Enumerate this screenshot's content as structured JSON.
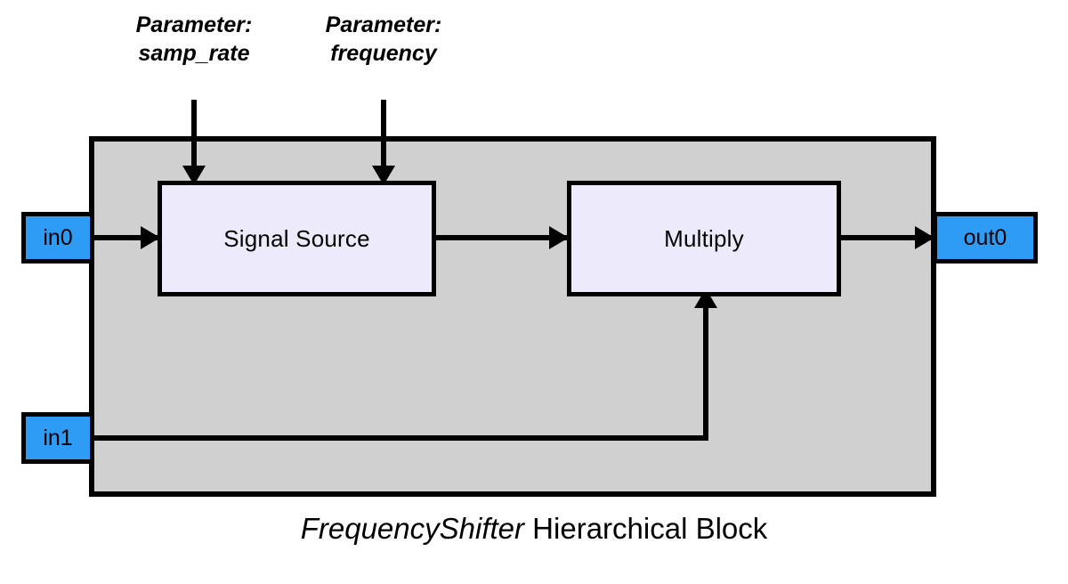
{
  "diagram": {
    "title": "FrequencyShifter Hierarchical Block",
    "caption": {
      "emphasis": "FrequencyShifter",
      "rest": " Hierarchical Block"
    },
    "colors": {
      "container_fill": "#d0d0d0",
      "block_fill": "#edeafb",
      "port_fill": "#2e9bf5",
      "stroke": "#000000",
      "page_background": "#ffffff"
    },
    "container": {
      "name": "FrequencyShifter",
      "label": ""
    },
    "blocks": [
      {
        "id": "signal-source",
        "label": "Signal Source"
      },
      {
        "id": "multiply",
        "label": "Multiply"
      }
    ],
    "ports": [
      {
        "id": "in0",
        "label": "in0",
        "kind": "input"
      },
      {
        "id": "in1",
        "label": "in1",
        "kind": "input"
      },
      {
        "id": "out0",
        "label": "out0",
        "kind": "output"
      }
    ],
    "parameters": [
      {
        "id": "samp-rate",
        "label": "Parameter:\nsamp_rate",
        "prefix": "Parameter:",
        "name": "samp_rate",
        "target": "signal-source"
      },
      {
        "id": "frequency",
        "label": "Parameter:\nfrequency",
        "prefix": "Parameter:",
        "name": "frequency",
        "target": "signal-source"
      }
    ],
    "connections": [
      {
        "id": "in0-to-signal-source",
        "from": "in0",
        "to": "signal-source"
      },
      {
        "id": "signal-source-to-multiply",
        "from": "signal-source",
        "to": "multiply"
      },
      {
        "id": "in1-to-multiply",
        "from": "in1",
        "to": "multiply"
      },
      {
        "id": "multiply-to-out0",
        "from": "multiply",
        "to": "out0"
      },
      {
        "id": "samp-rate-to-signal-source",
        "from": "samp_rate",
        "to": "signal-source"
      },
      {
        "id": "frequency-to-signal-source",
        "from": "frequency",
        "to": "signal-source"
      }
    ]
  }
}
